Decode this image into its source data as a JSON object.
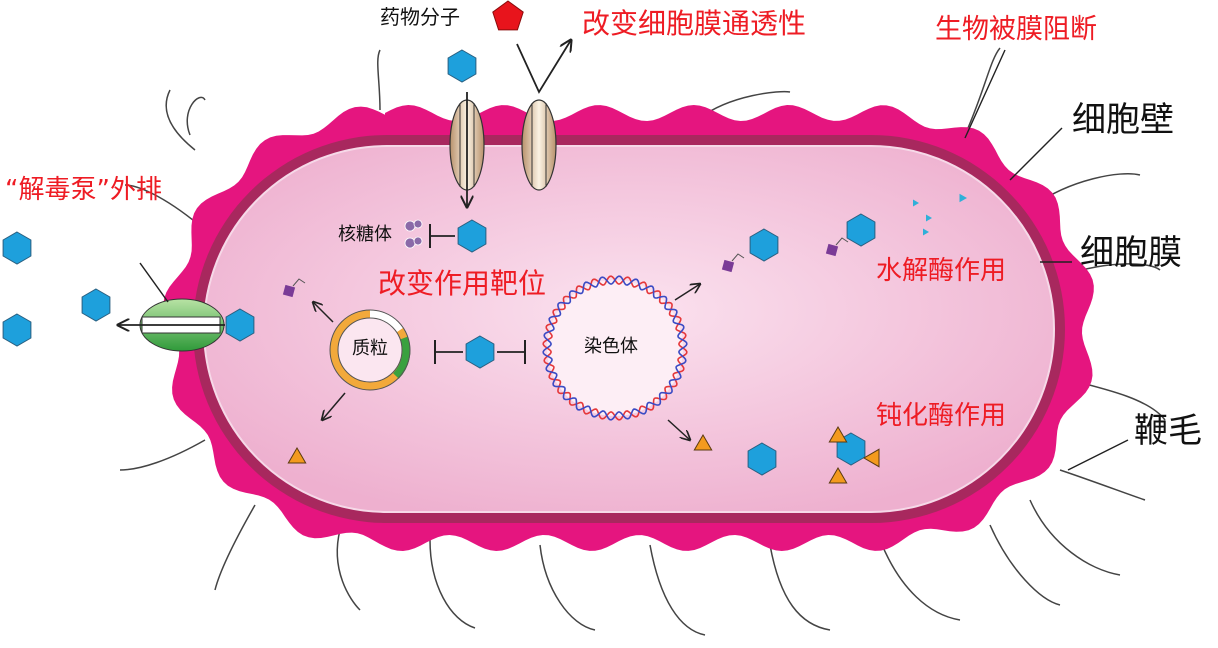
{
  "labels": {
    "drug_molecule": "药物分子",
    "membrane_permeability": "改变细胞膜通透性",
    "biofilm_block": "生物被膜阻断",
    "cell_wall": "细胞壁",
    "efflux_pump": "“解毒泵”外排",
    "ribosome": "核糖体",
    "cell_membrane": "细胞膜",
    "target_change": "改变作用靶位",
    "hydrolase": "水解酶作用",
    "plasmid": "质粒",
    "chromosome": "染色体",
    "inactivating_enzyme": "钝化酶作用",
    "flagellum": "鞭毛"
  },
  "colors": {
    "cell_wall": "#e5157f",
    "membrane": "#a8285e",
    "cytoplasm": "#f3c3dc",
    "drug": "#1ea0dc",
    "drug_alt": "#e8141c",
    "enzyme": "#f39a1e",
    "fragment": "#7a3b96",
    "label_red": "#ee1c24"
  }
}
